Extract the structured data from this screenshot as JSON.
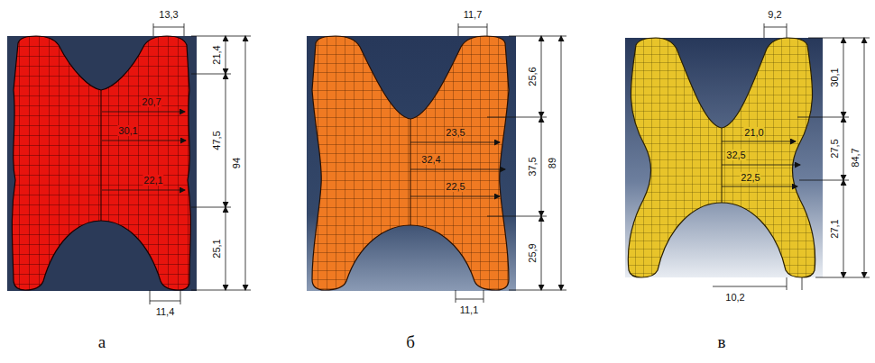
{
  "diagram": {
    "labels": [
      "13,3",
      "21,4",
      "94",
      "20,7",
      "30,1",
      "47,5",
      "22,1",
      "25,1",
      "11,4",
      "11,7",
      "25,6",
      "89",
      "23,5",
      "32,4",
      "37,5",
      "22,5",
      "25,9",
      "11,1",
      "9,2",
      "30,1",
      "84,7",
      "21,0",
      "32,5",
      "27,5",
      "22,5",
      "27,1",
      "10,2",
      "а",
      "б",
      "в"
    ]
  }
}
